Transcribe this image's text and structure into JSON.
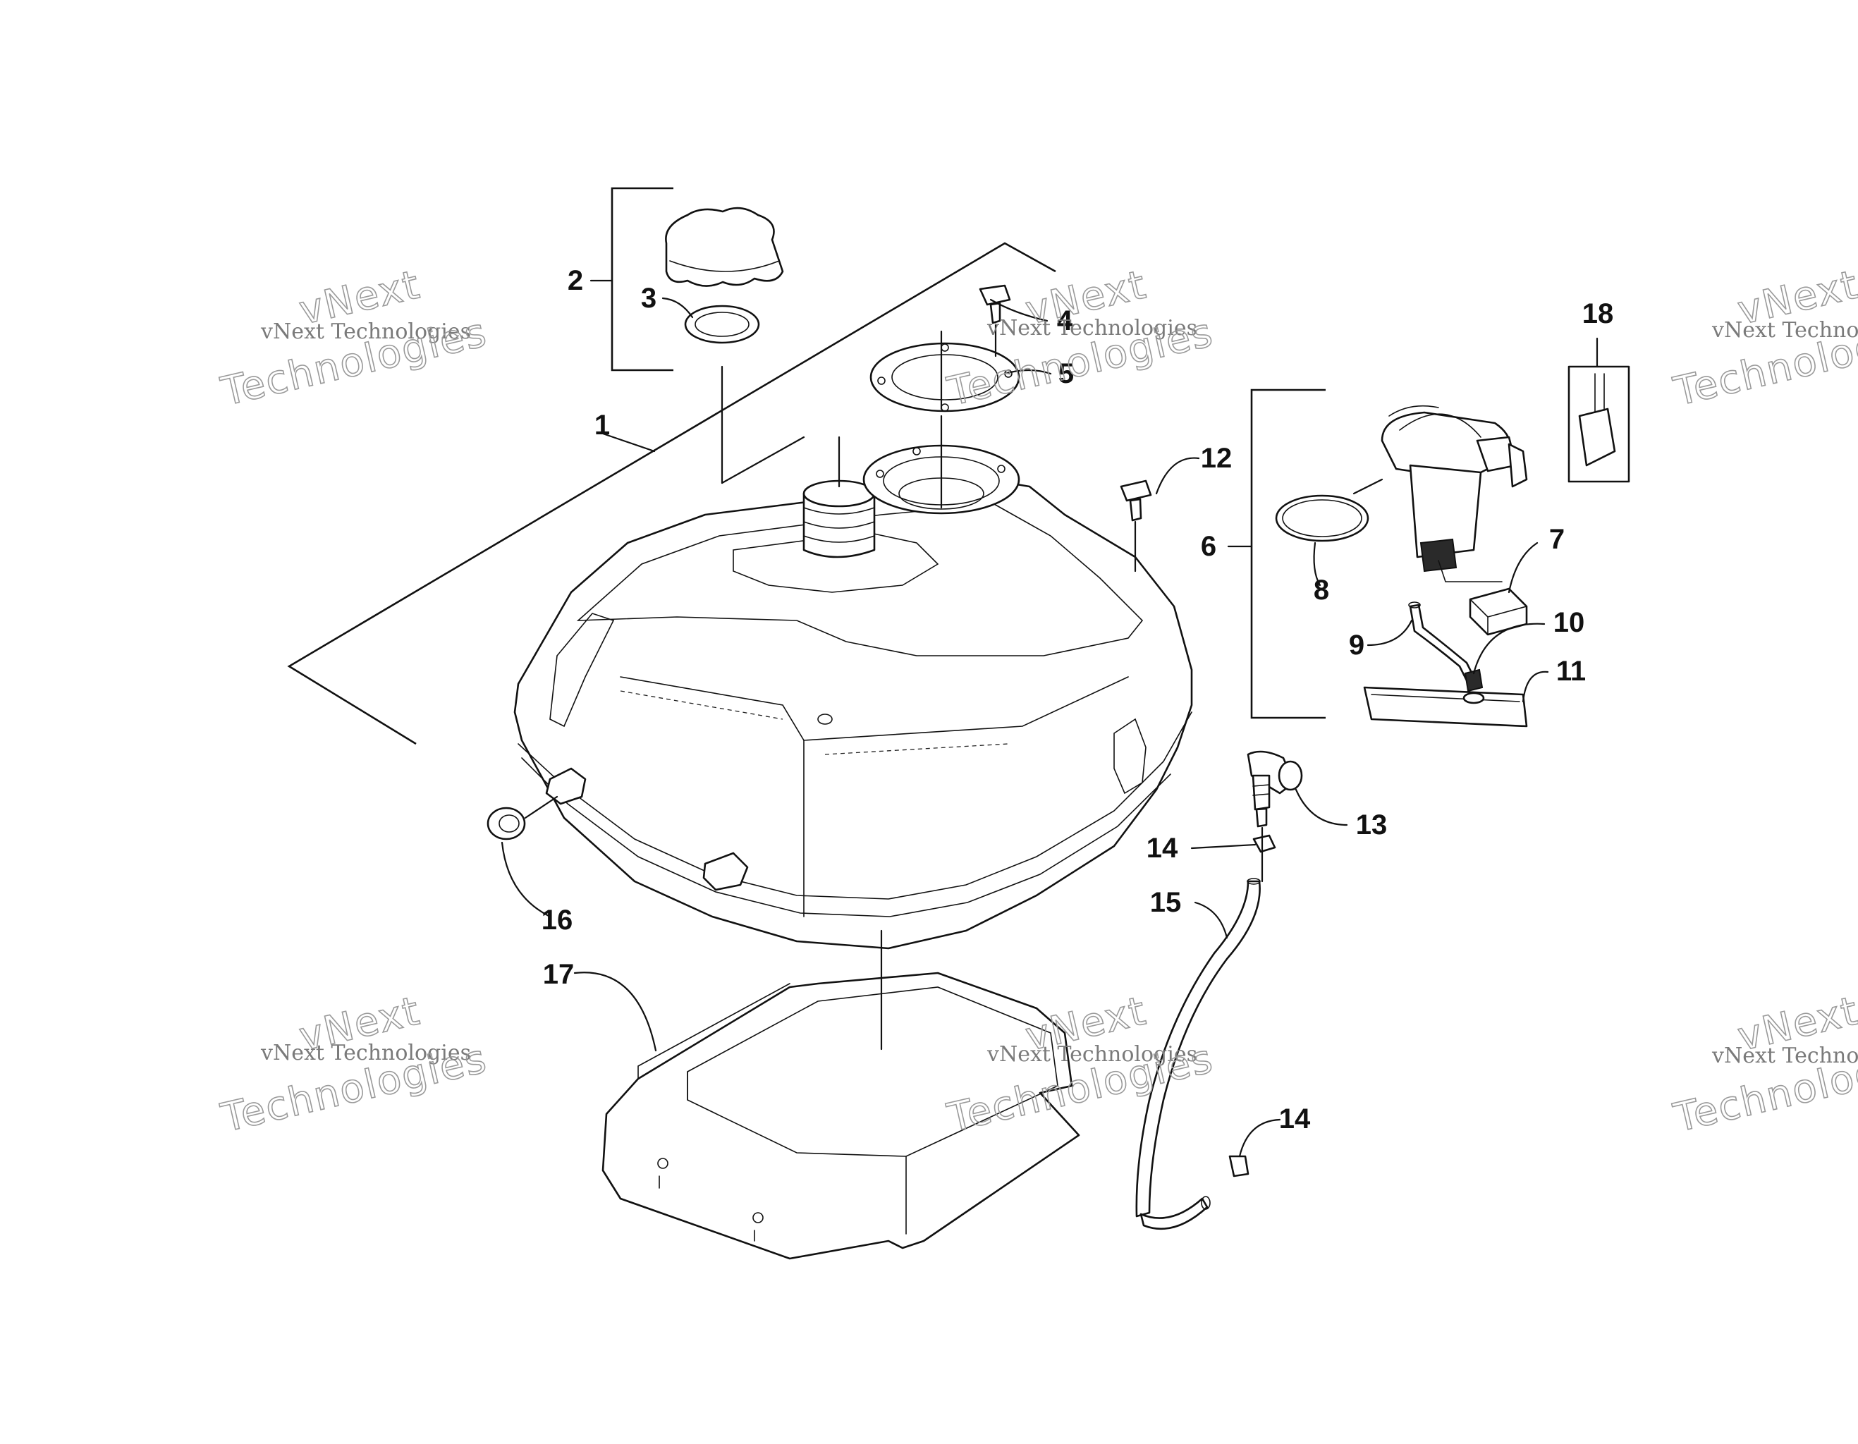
{
  "diagram": {
    "callouts": [
      {
        "id": "c1",
        "label": "1"
      },
      {
        "id": "c2",
        "label": "2"
      },
      {
        "id": "c3",
        "label": "3"
      },
      {
        "id": "c4",
        "label": "4"
      },
      {
        "id": "c5",
        "label": "5"
      },
      {
        "id": "c6",
        "label": "6"
      },
      {
        "id": "c7",
        "label": "7"
      },
      {
        "id": "c8",
        "label": "8"
      },
      {
        "id": "c9",
        "label": "9"
      },
      {
        "id": "c10",
        "label": "10"
      },
      {
        "id": "c11",
        "label": "11"
      },
      {
        "id": "c12",
        "label": "12"
      },
      {
        "id": "c13",
        "label": "13"
      },
      {
        "id": "c14a",
        "label": "14"
      },
      {
        "id": "c14b",
        "label": "14"
      },
      {
        "id": "c15",
        "label": "15"
      },
      {
        "id": "c16",
        "label": "16"
      },
      {
        "id": "c17",
        "label": "17"
      },
      {
        "id": "c18",
        "label": "18"
      }
    ]
  },
  "watermark": {
    "line_small": "vNext Technologies",
    "word_vnext": "vNext",
    "word_technologies": "Technologies"
  }
}
